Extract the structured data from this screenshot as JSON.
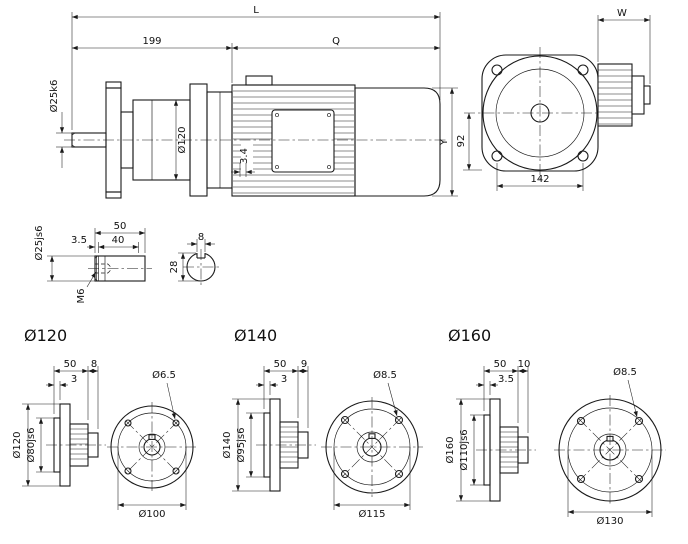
{
  "ink": "#1a1a1a",
  "side_view": {
    "overall_len": "L",
    "gear_len": "199",
    "motor_len": "Q",
    "shaft_dia": "Ø25k6",
    "housing_dia": "Ø120",
    "gap": "3.4",
    "height": "Y"
  },
  "front_view": {
    "width": "W",
    "center_height": "92",
    "bolt_span": "142"
  },
  "shaft_detail": {
    "total_len": "50",
    "key_len": "40",
    "step": "3.5",
    "dia": "Ø25js6",
    "thread": "M6"
  },
  "key_section": {
    "key_width": "8",
    "section_height": "28"
  },
  "flanges": [
    {
      "title": "Ø120",
      "length": "50",
      "thickness": "8",
      "step": "3",
      "hole_dia": "Ø6.5",
      "outer_dia": "Ø120",
      "spigot_dia": "Ø80js6",
      "bolt_circle_dia": "Ø100"
    },
    {
      "title": "Ø140",
      "length": "50",
      "thickness": "9",
      "step": "3",
      "hole_dia": "Ø8.5",
      "outer_dia": "Ø140",
      "spigot_dia": "Ø95js6",
      "bolt_circle_dia": "Ø115"
    },
    {
      "title": "Ø160",
      "length": "50",
      "thickness": "10",
      "step": "3.5",
      "hole_dia": "Ø8.5",
      "outer_dia": "Ø160",
      "spigot_dia": "Ø110js6",
      "bolt_circle_dia": "Ø130"
    }
  ]
}
